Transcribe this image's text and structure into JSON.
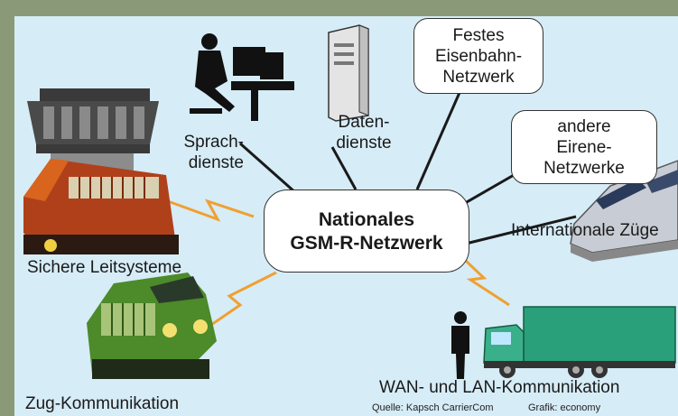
{
  "center": {
    "line1": "Nationales",
    "line2": "GSM-R-Netzwerk"
  },
  "nodes": {
    "sprachdienste": {
      "line1": "Sprach-",
      "line2": "dienste"
    },
    "datendienste": {
      "line1": "Daten-",
      "line2": "dienste"
    },
    "festes": {
      "line1": "Festes",
      "line2": "Eisenbahn-",
      "line3": "Netzwerk"
    },
    "andere": {
      "line1": "andere",
      "line2": "Eirene-",
      "line3": "Netzwerke"
    },
    "internationale": "Internationale Züge",
    "sichere": "Sichere Leitsysteme",
    "zug": "Zug-Kommunikation",
    "wan": "WAN- und LAN-Kommunikation"
  },
  "credits": {
    "source": "Quelle: Kapsch CarrierCom",
    "grafik": "Grafik: economy"
  },
  "colors": {
    "frame": "#8a9a78",
    "panel": "#d6ecf7",
    "signal": "#f0a030",
    "line": "#1a1a1a"
  },
  "icons": [
    "person-at-computer-icon",
    "server-tower-icon",
    "control-tower-icon",
    "red-train-icon",
    "green-train-icon",
    "high-speed-train-icon",
    "truck-icon",
    "person-standing-icon",
    "lightning-signal-icon"
  ]
}
